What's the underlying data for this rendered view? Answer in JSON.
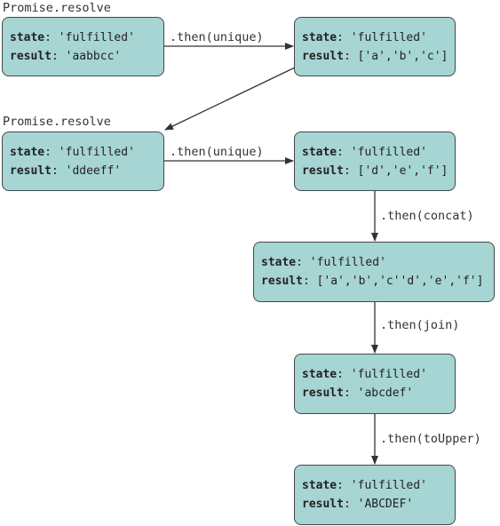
{
  "diagram": {
    "headings": [
      {
        "id": "h1",
        "text": "Promise.resolve"
      },
      {
        "id": "h2",
        "text": "Promise.resolve"
      }
    ],
    "nodes": [
      {
        "id": "n1",
        "state_key": "state",
        "state_value": "'fulfilled'",
        "result_key": "result",
        "result_value": "'aabbcc'"
      },
      {
        "id": "n2",
        "state_key": "state",
        "state_value": "'fulfilled'",
        "result_key": "result",
        "result_value": "['a','b','c']"
      },
      {
        "id": "n3",
        "state_key": "state",
        "state_value": "'fulfilled'",
        "result_key": "result",
        "result_value": "'ddeeff'"
      },
      {
        "id": "n4",
        "state_key": "state",
        "state_value": "'fulfilled'",
        "result_key": "result",
        "result_value": "['d','e','f']"
      },
      {
        "id": "n5",
        "state_key": "state",
        "state_value": "'fulfilled'",
        "result_key": "result",
        "result_value": "['a','b','c''d','e','f']"
      },
      {
        "id": "n6",
        "state_key": "state",
        "state_value": "'fulfilled'",
        "result_key": "result",
        "result_value": "'abcdef'"
      },
      {
        "id": "n7",
        "state_key": "state",
        "state_value": "'fulfilled'",
        "result_key": "result",
        "result_value": "'ABCDEF'"
      }
    ],
    "edges": [
      {
        "from": "n1",
        "to": "n2",
        "label": ".then(unique)"
      },
      {
        "from": "n2",
        "to": "n3",
        "label": ""
      },
      {
        "from": "n3",
        "to": "n4",
        "label": ".then(unique)"
      },
      {
        "from": "n4",
        "to": "n5",
        "label": ".then(concat)"
      },
      {
        "from": "n5",
        "to": "n6",
        "label": ".then(join)"
      },
      {
        "from": "n6",
        "to": "n7",
        "label": ".then(toUpper)"
      }
    ]
  }
}
